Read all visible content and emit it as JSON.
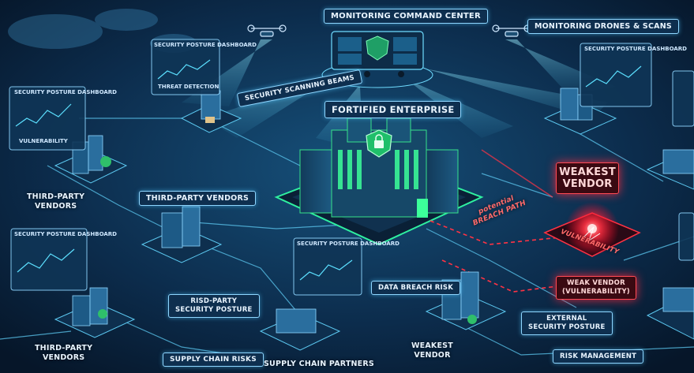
{
  "labels": {
    "monitoring_center": "MONITORING COMMAND CENTER",
    "drones_scans": "MONITORING DRONES & SCANS",
    "scanning_beams": "SECURITY SCANNING BEAMS",
    "fortified": "FORTIFIED ENTERPRISE",
    "weakest_vendor_title": "WEAKEST\nVENDOR",
    "third_party_left_1": "THIRD-PARTY\nVENDORS",
    "third_party_mid": "THIRD-PARTY VENDORS",
    "third_party_left_2": "THIRD-PARTY\nVENDORS",
    "risd_party": "RISD-PARTY\nSECURITY POSTURE",
    "supply_chain_risks": "SUPPLY CHAIN RISKS",
    "supply_chain_partners": "SUPPLY CHAIN PARTNERS",
    "data_breach_risk": "DATA BREACH RISK",
    "potential_breach": "potential\nBREACH PATH",
    "vulnerability": "VULNERABILITY",
    "weak_vendor_vuln": "WEAK VENDOR\n(VULNERABILITY)",
    "external_posture": "EXTERNAL\nSECURITY POSTURE",
    "risk_management": "RISK MANAGEMENT",
    "weakest_vendor_bottom": "WEAKEST\nVENDOR"
  },
  "dashboards": {
    "title": "SECURITY POSTURE DASHBOARD",
    "title_alt": "SECURITY POSTURE DASHBOARD",
    "sub_vuln": "VULNERABILITY",
    "sub_threat": "THREAT DETECTION"
  },
  "icons": [
    "shield-lock-icon",
    "drone-icon",
    "castle-icon",
    "building-icon",
    "warehouse-icon",
    "monitor-icon"
  ],
  "colors": {
    "background": "#0a2440",
    "accent": "#4fd2ff",
    "secure": "#35e07a",
    "danger": "#ff3344"
  }
}
